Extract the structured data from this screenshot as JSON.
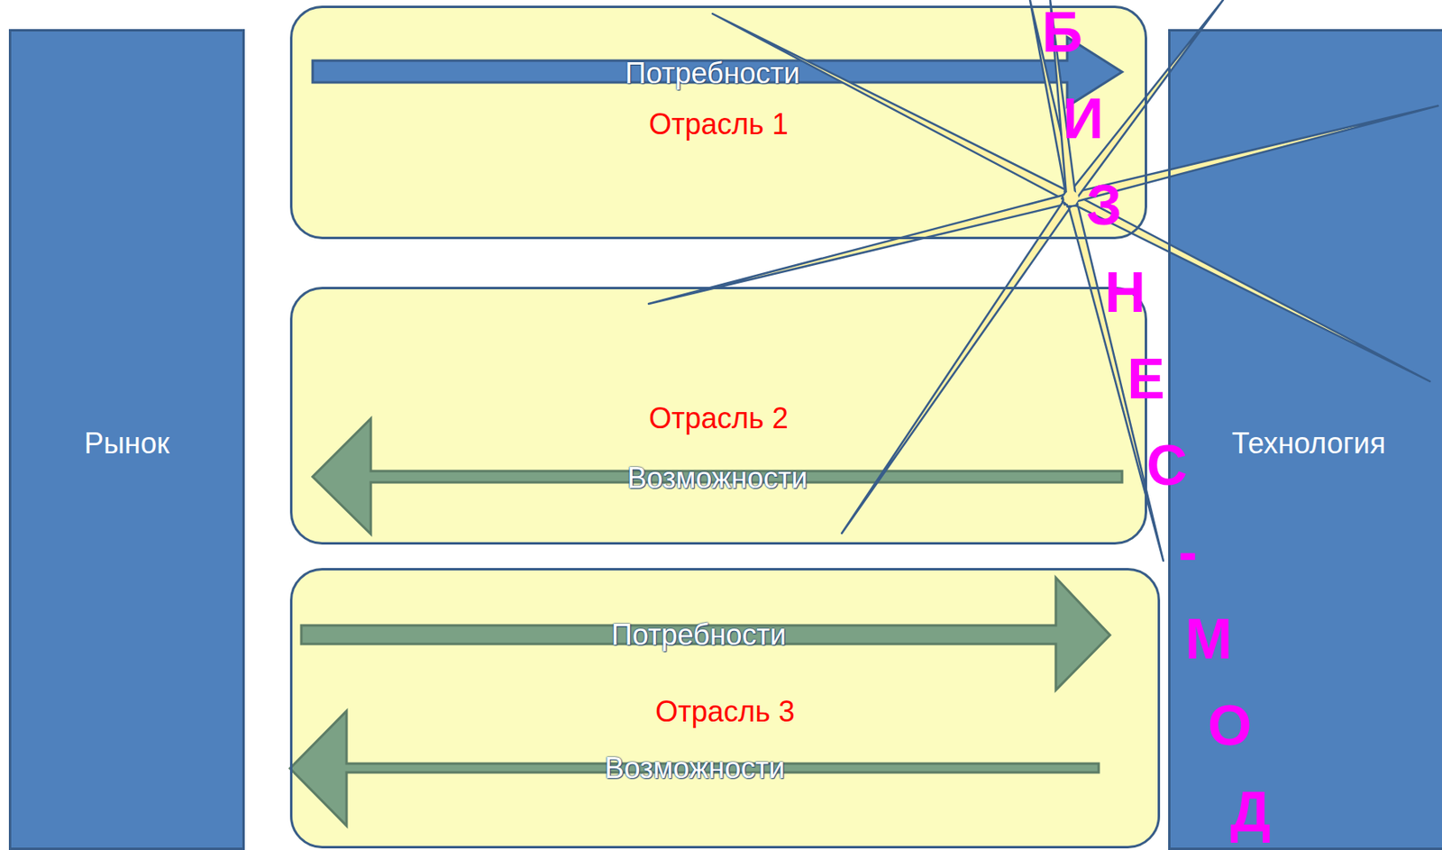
{
  "diagram": {
    "nodes": [
      {
        "text": [
          "Рынок"
        ]
      },
      {
        "text": [
          "Отрасль 1"
        ]
      },
      {
        "text": [
          "Отрасль 2"
        ]
      },
      {
        "text": [
          "Отрасль 3"
        ]
      },
      {
        "text": [
          "Технология"
        ]
      }
    ],
    "labels": [
      "Потребности",
      "Возможности",
      "Потребности",
      "Возможности",
      "БИЗНЕС-МОД"
    ]
  }
}
